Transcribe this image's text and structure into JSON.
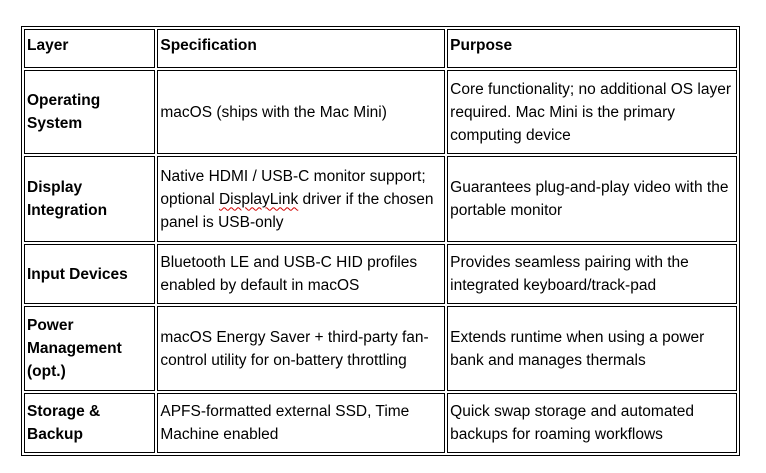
{
  "table": {
    "headers": [
      "Layer",
      "Specification",
      "Purpose"
    ],
    "rows": [
      {
        "layer": "Operating System",
        "specification": "macOS (ships with the Mac Mini)",
        "purpose": "Core functionality; no additional OS layer required. Mac Mini is the primary computing device"
      },
      {
        "layer": "Display Integration",
        "spec_before": "Native HDMI / USB-C monitor support; optional ",
        "spec_flagged": "DisplayLink",
        "spec_after": " driver if the chosen panel is USB-only",
        "purpose": "Guarantees plug-and-play video with the portable monitor"
      },
      {
        "layer": "Input Devices",
        "specification": "Bluetooth LE and USB-C HID profiles enabled by default in macOS",
        "purpose": "Provides seamless pairing with the integrated keyboard/track-pad"
      },
      {
        "layer": "Power Management (opt.)",
        "specification": "macOS Energy Saver + third-party fan-control utility for on-battery throttling",
        "purpose": "Extends runtime when using a power bank and manages thermals"
      },
      {
        "layer": "Storage & Backup",
        "specification": "APFS-formatted external SSD, Time Machine enabled",
        "purpose": "Quick swap storage and automated backups for roaming workflows"
      }
    ]
  }
}
